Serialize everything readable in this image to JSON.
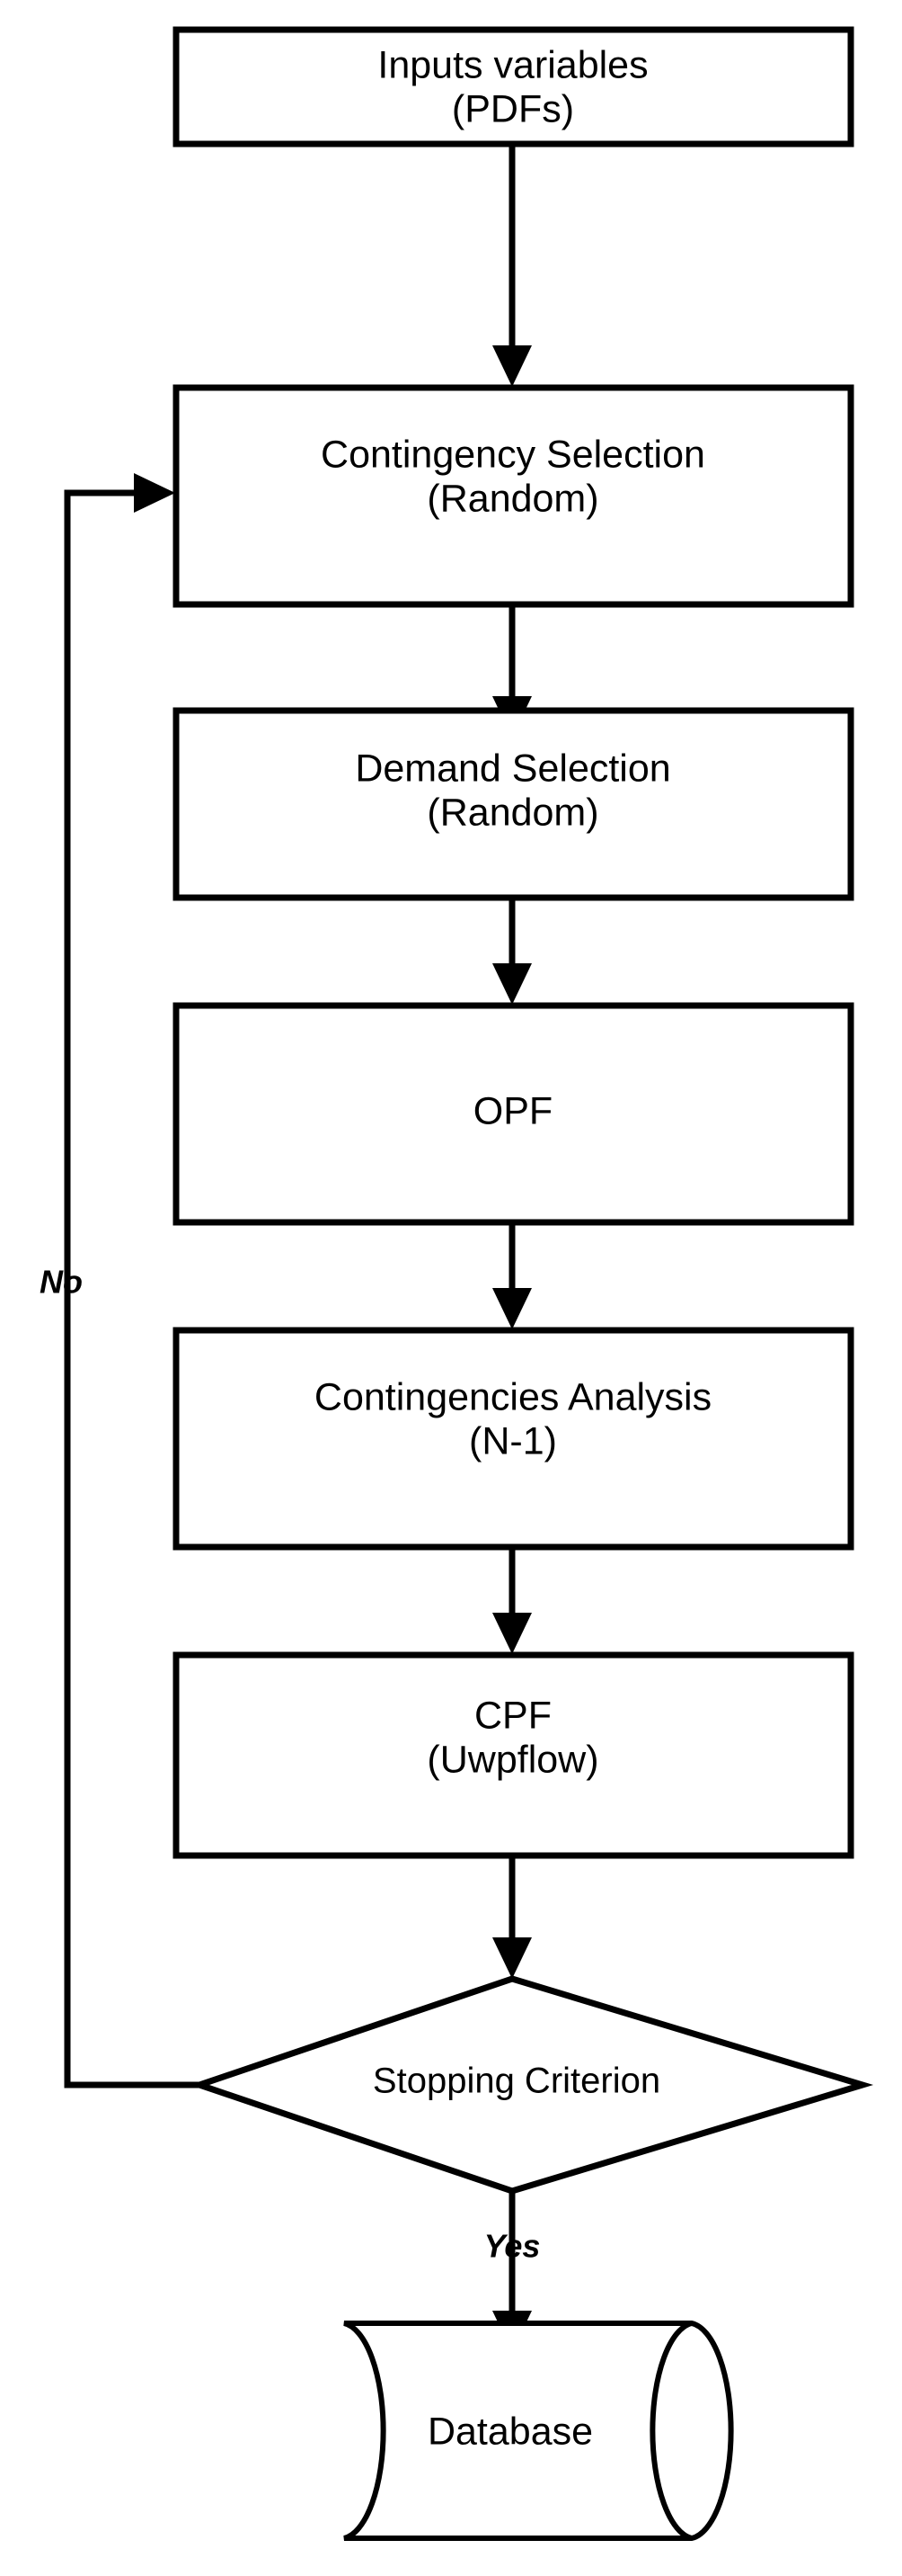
{
  "diagram": {
    "title": "Monte Carlo power system simulation flowchart",
    "background_color": "#ffffff",
    "line_color": "#000000",
    "nodes": [
      {
        "id": "inputs",
        "shape": "process",
        "line1": "Inputs variables",
        "line2": "(PDFs)"
      },
      {
        "id": "contingency_selection",
        "shape": "process",
        "line1": "Contingency Selection",
        "line2": "(Random)"
      },
      {
        "id": "demand_selection",
        "shape": "process",
        "line1": "Demand Selection",
        "line2": "(Random)"
      },
      {
        "id": "opf",
        "shape": "process",
        "line1": "OPF",
        "line2": ""
      },
      {
        "id": "contingencies_analysis",
        "shape": "process",
        "line1": "Contingencies Analysis",
        "line2": "(N-1)"
      },
      {
        "id": "cpf",
        "shape": "process",
        "line1": "CPF",
        "line2": "(Uwpflow)"
      },
      {
        "id": "stopping_criterion",
        "shape": "decision",
        "line1": "Stopping Criterion",
        "line2": ""
      },
      {
        "id": "database",
        "shape": "cylinder",
        "line1": "Database",
        "line2": ""
      }
    ],
    "edge_labels": {
      "no": "No",
      "yes": "Yes"
    }
  }
}
